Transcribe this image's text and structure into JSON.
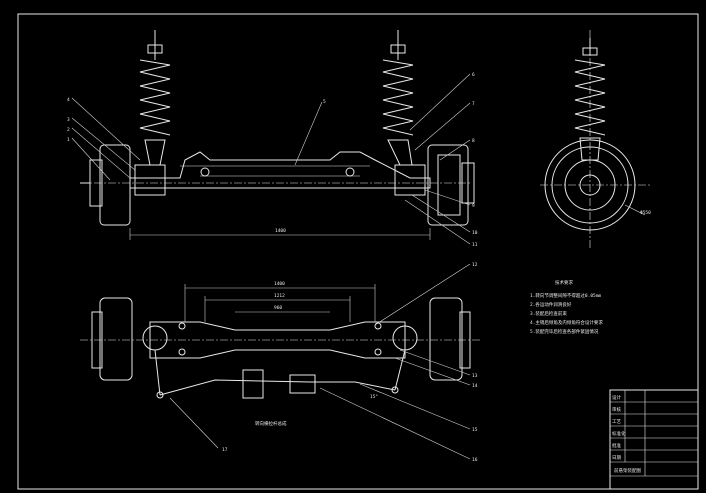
{
  "callouts": {
    "left": [
      "4",
      "3",
      "2",
      "1"
    ],
    "top": [
      "5"
    ],
    "right_top": [
      "6",
      "7",
      "8",
      "9",
      "10",
      "11"
    ],
    "right_bottom": [
      "12",
      "13",
      "14",
      "15",
      "16"
    ],
    "bottom": [
      "17"
    ]
  },
  "dimensions": {
    "front_overall": "1400",
    "plan_top": "1400",
    "plan_mid1": "1212",
    "plan_mid2": "960",
    "side_diameter": "Φ550",
    "link_angle": "15°"
  },
  "notes": {
    "heading": "技术要求",
    "lines": [
      "1.转向节调整间隙不得超过0.05mm",
      "2.各运动件润滑良好",
      "3.装配后检查前束",
      "4.主销后倾角及内倾角符合设计要求",
      "5.装配完毕后检查各部件紧固情况"
    ]
  },
  "linkage_label": "转向横拉杆总成",
  "title_block": {
    "name": "前悬架装配图",
    "rows": [
      "设计",
      "审核",
      "工艺",
      "标准化",
      "批准",
      "日期"
    ]
  },
  "colors": {
    "line": "#e8e8e8",
    "background": "#000000"
  }
}
